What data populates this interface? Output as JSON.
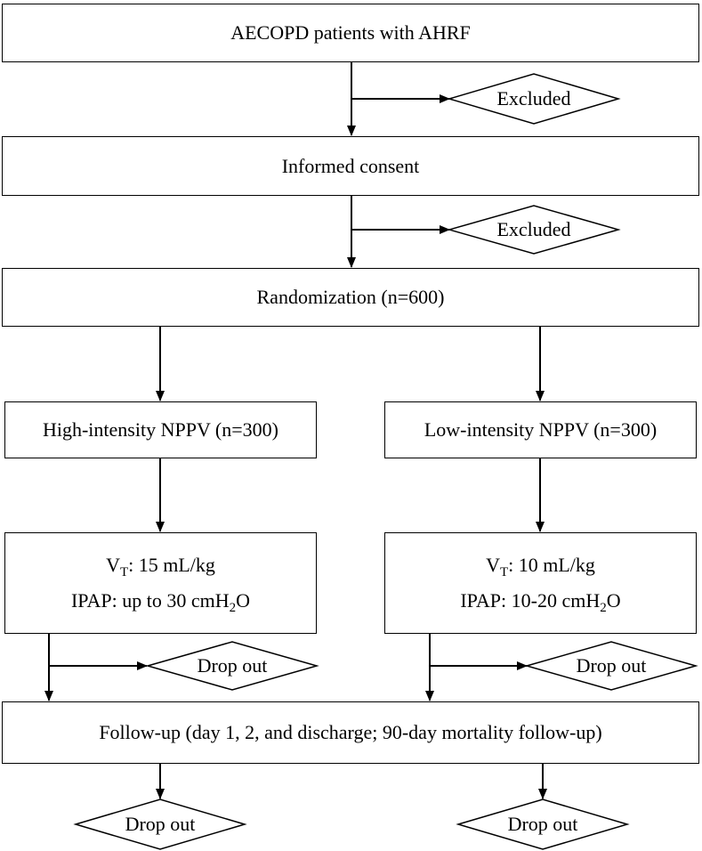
{
  "boxes": {
    "patients": "AECOPD patients with AHRF",
    "consent": "Informed consent",
    "randomization": "Randomization (n=600)",
    "high_group": "High-intensity NPPV (n=300)",
    "low_group": "Low-intensity NPPV (n=300)",
    "high_params": {
      "vt_label": "V",
      "vt_sub": "T",
      "vt_value": ": 15 mL/kg",
      "ipap_label": "IPAP: up to 30 cmH",
      "ipap_sub": "2",
      "ipap_tail": "O"
    },
    "low_params": {
      "vt_label": "V",
      "vt_sub": "T",
      "vt_value": ": 10 mL/kg",
      "ipap_label": "IPAP: 10-20 cmH",
      "ipap_sub": "2",
      "ipap_tail": "O"
    },
    "followup": "Follow-up (day 1, 2, and discharge; 90-day mortality follow-up)"
  },
  "diamonds": {
    "excluded_1": "Excluded",
    "excluded_2": "Excluded",
    "dropout_high": "Drop out",
    "dropout_low": "Drop out",
    "dropout_final_left": "Drop out",
    "dropout_final_right": "Drop out"
  }
}
